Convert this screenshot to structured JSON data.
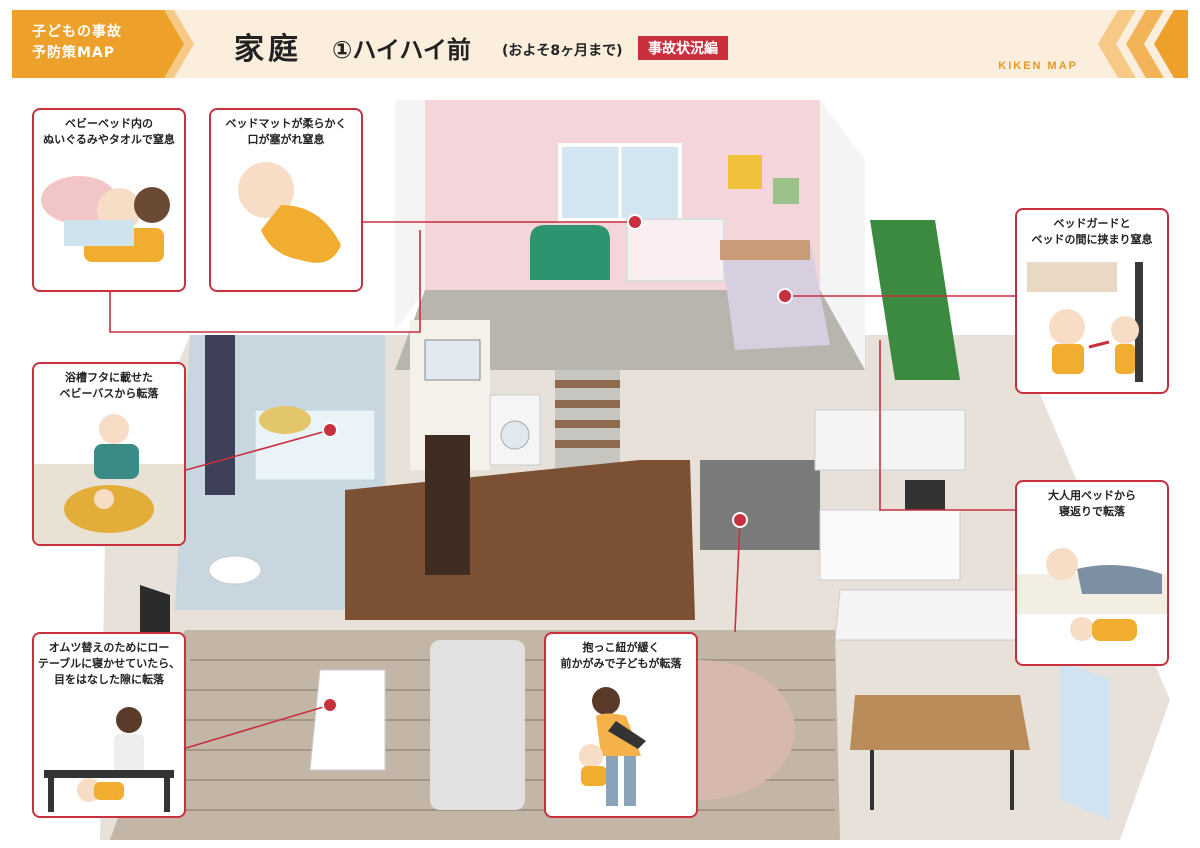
{
  "header": {
    "tag_line1": "子どもの事故",
    "tag_line2": "予防策MAP",
    "title_main": "家庭",
    "title_num": "①ハイハイ前",
    "title_sub": "(およそ8ヶ月まで)",
    "title_tag": "事故状況編",
    "brand": "KIKEN MAP"
  },
  "colors": {
    "accent": "#c8303e",
    "header_orange": "#eea12a",
    "header_bg": "#fbeedd"
  },
  "callouts": [
    {
      "id": "baby-bed",
      "text": "ベビーベッド内の\nぬいぐるみやタオルで窒息"
    },
    {
      "id": "mattress",
      "text": "ベッドマットが柔らかく\n口が塞がれ窒息"
    },
    {
      "id": "bed-guard",
      "text": "ベッドガードと\nベッドの間に挟まり窒息"
    },
    {
      "id": "bath",
      "text": "浴槽フタに載せた\nベビーバスから転落"
    },
    {
      "id": "adult-bed",
      "text": "大人用ベッドから\n寝返りで転落"
    },
    {
      "id": "low-table",
      "text": "オムツ替えのためにロー\nテーブルに寝かせていたら、\n目をはなした隙に転落"
    },
    {
      "id": "carrier",
      "text": "抱っこ紐が緩く\n前かがみで子どもが転落"
    }
  ]
}
